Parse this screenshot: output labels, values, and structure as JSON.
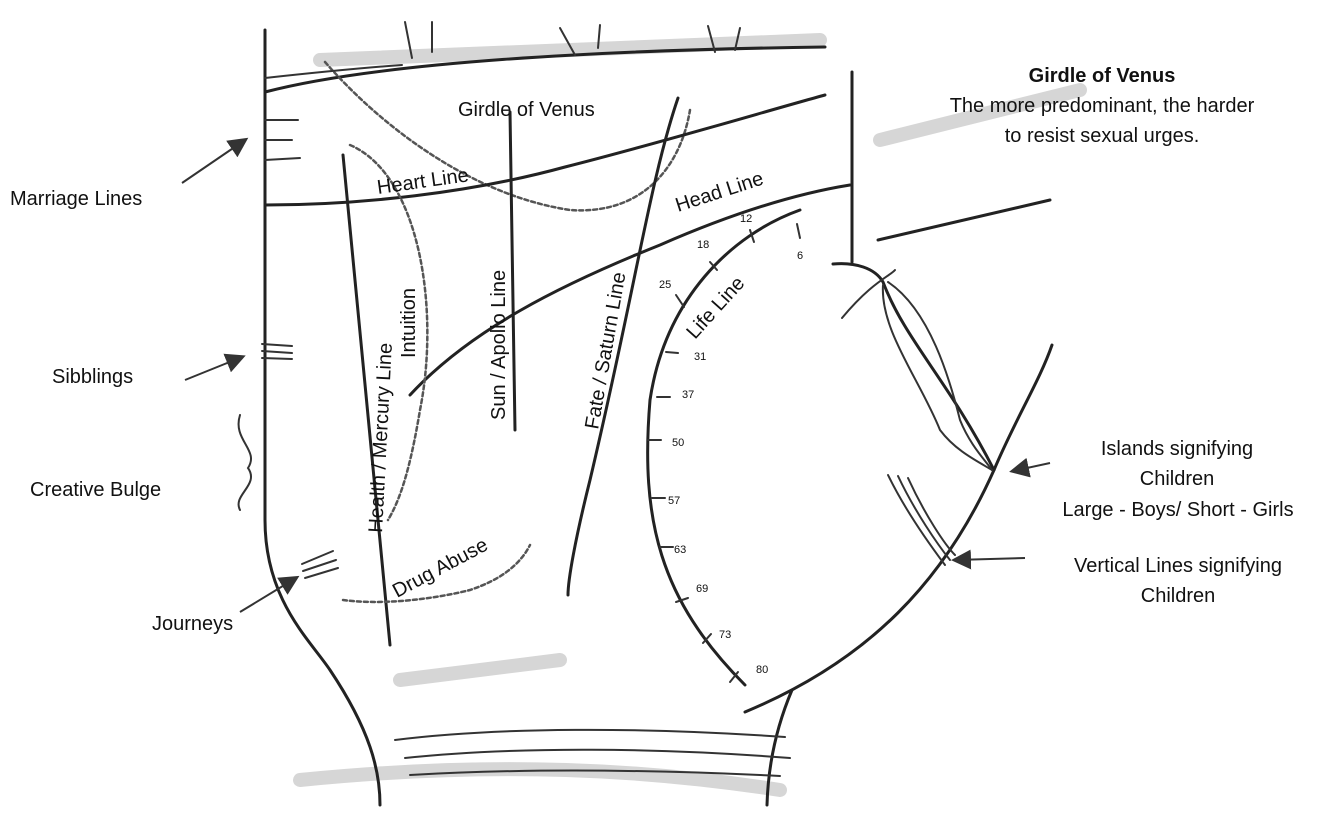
{
  "labels": {
    "girdle_title": "Girdle of Venus",
    "girdle_desc_1": "The more predominant, the harder",
    "girdle_desc_2": "to resist sexual urges.",
    "girdle_on_palm": "Girdle of Venus",
    "heart_line": "Heart Line",
    "head_line": "Head Line",
    "life_line": "Life Line",
    "fate_line": "Fate / Saturn Line",
    "sun_line": "Sun / Apollo Line",
    "intuition": "Intuition",
    "health_line": "Health / Mercury Line",
    "drug_abuse": "Drug Abuse",
    "marriage_lines": "Marriage Lines",
    "sibblings": "Sibblings",
    "creative_bulge": "Creative Bulge",
    "journeys": "Journeys",
    "islands_1": "Islands signifying",
    "islands_2": "Children",
    "islands_3": "Large - Boys/ Short - Girls",
    "vertical_1": "Vertical Lines signifying",
    "vertical_2": "Children"
  },
  "life_line_ages": [
    "6",
    "12",
    "18",
    "25",
    "31",
    "37",
    "50",
    "57",
    "63",
    "69",
    "73",
    "80"
  ],
  "colors": {
    "ink": "#222222",
    "background": "#ffffff",
    "shadow": "#d6d6d6"
  }
}
